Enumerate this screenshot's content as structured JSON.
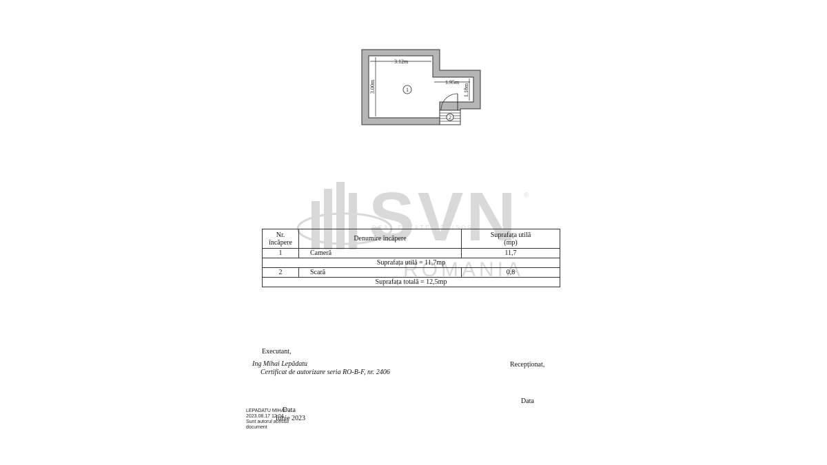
{
  "plan": {
    "dim_width": "3.12m",
    "dim_height": "3.00m",
    "dim_niche_width": "1.95m",
    "dim_niche_height": "1.18m",
    "room1_marker": "1",
    "room2_marker": "2"
  },
  "watermark": {
    "brand": "SVN",
    "subtitle": "ROMANIA",
    "tagline": "REAL ESTATE ADVISORS",
    "registered": "®"
  },
  "table": {
    "headers": {
      "nr_line1": "Nr.",
      "nr_line2": "încăpere",
      "denumire": "Denumire încăpere",
      "suprafata_line1": "Suprafața  utilă",
      "suprafata_line2": "(mp)"
    },
    "rows": [
      {
        "nr": "1",
        "denumire": "Cameră",
        "suprafata": "11,7"
      },
      {
        "nr": "2",
        "denumire": "Scară",
        "suprafata": "0,8"
      }
    ],
    "subtotal": "Suprafața utilă = 11,7mp",
    "total": "Suprafața totală = 12,5mp"
  },
  "signatures": {
    "executant_label": "Executant,",
    "engineer": "Ing Mihai Lepădatu",
    "certificate": "Certificat de autorizare seria RO-B-F, nr. 2406",
    "receptionat_label": "Recepționat,",
    "data_left": "Data",
    "date_value": "Iunie 2023",
    "data_right": "Data"
  },
  "digital_stamp": {
    "line1": "LEPADATU MIHAI",
    "line2": "2023.08.17 12:04",
    "line3": "Sunt autorul acestui",
    "line4": "document"
  }
}
